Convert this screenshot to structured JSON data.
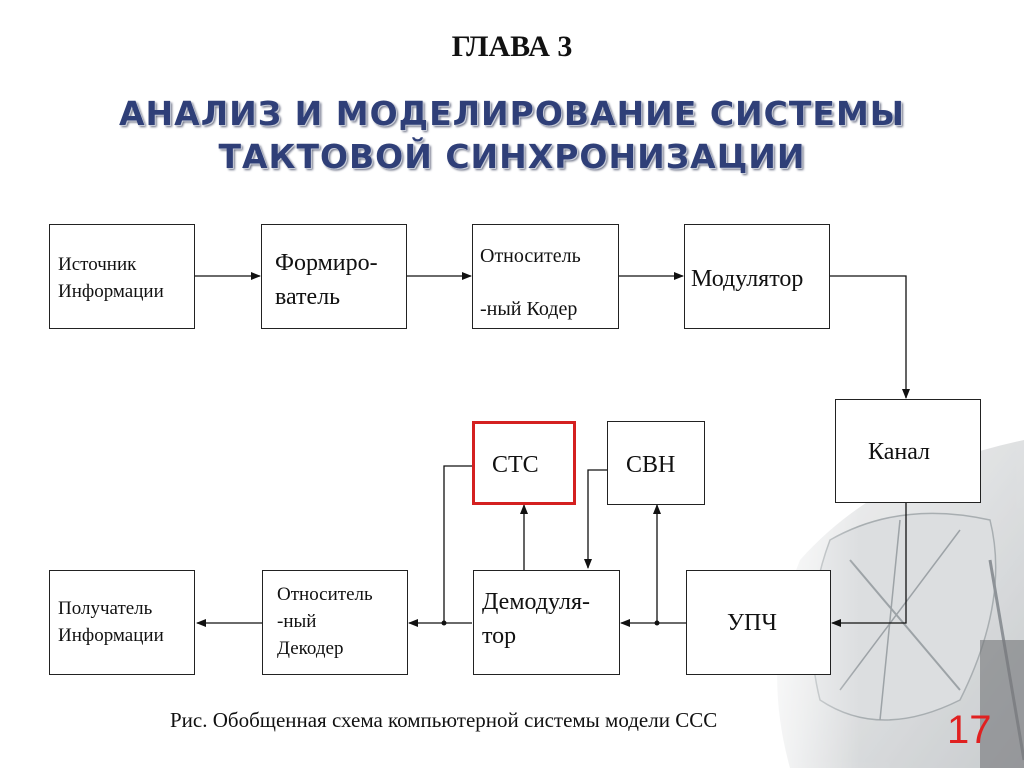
{
  "chapter": "ГЛАВА 3",
  "title": {
    "line1": "АНАЛИЗ И МОДЕЛИРОВАНИЕ СИСТЕМЫ",
    "line2": "ТАКТОВОЙ СИНХРОНИЗАЦИИ"
  },
  "blocks": {
    "source": {
      "line1": "Источник",
      "line2": "Информации"
    },
    "shaper": {
      "line1": "Формиро-",
      "line2": "ватель"
    },
    "rel_encoder": {
      "line1": "Относитель",
      "line2": "-ный Кодер"
    },
    "modulator": {
      "line1": "Модулятор"
    },
    "channel": {
      "line1": "Канал"
    },
    "ctc": {
      "line1": "СТС"
    },
    "cvn": {
      "line1": "СВН"
    },
    "receiver": {
      "line1": "Получатель",
      "line2": "Информации"
    },
    "rel_decoder": {
      "line1": "Относитель",
      "line2": "-ный",
      "line3": "Декодер"
    },
    "demodulator": {
      "line1": "Демодуля-",
      "line2": "тор"
    },
    "ifa": {
      "line1": "УПЧ"
    }
  },
  "caption": "Рис. Обобщенная схема компьютерной системы модели ССС",
  "page_number": "17",
  "colors": {
    "title": "#2f3f78",
    "highlight_border": "#d42020",
    "page_number": "#e02020"
  }
}
